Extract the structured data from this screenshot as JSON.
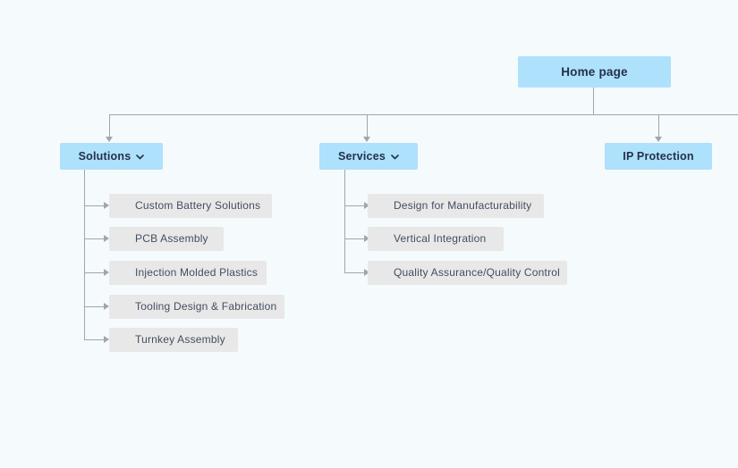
{
  "diagram": {
    "type": "sitemap",
    "root": {
      "label": "Home page"
    },
    "branches": [
      {
        "label": "Solutions",
        "dropdown_icon": "chevron-down-icon",
        "children": [
          {
            "label": "Custom Battery Solutions"
          },
          {
            "label": "PCB Assembly"
          },
          {
            "label": "Injection Molded Plastics"
          },
          {
            "label": "Tooling Design & Fabrication"
          },
          {
            "label": "Turnkey Assembly"
          }
        ]
      },
      {
        "label": "Services",
        "dropdown_icon": "chevron-down-icon",
        "children": [
          {
            "label": "Design for Manufacturability"
          },
          {
            "label": "Vertical Integration"
          },
          {
            "label": "Quality Assurance/Quality Control"
          }
        ]
      },
      {
        "label": "IP Protection",
        "children": []
      }
    ]
  },
  "colors": {
    "background": "#f5fafd",
    "page_node": "#aee1fb",
    "child_node": "#e8e8e8",
    "connector": "#a0a6ac",
    "page_text": "#24304d",
    "child_text": "#454d60"
  }
}
